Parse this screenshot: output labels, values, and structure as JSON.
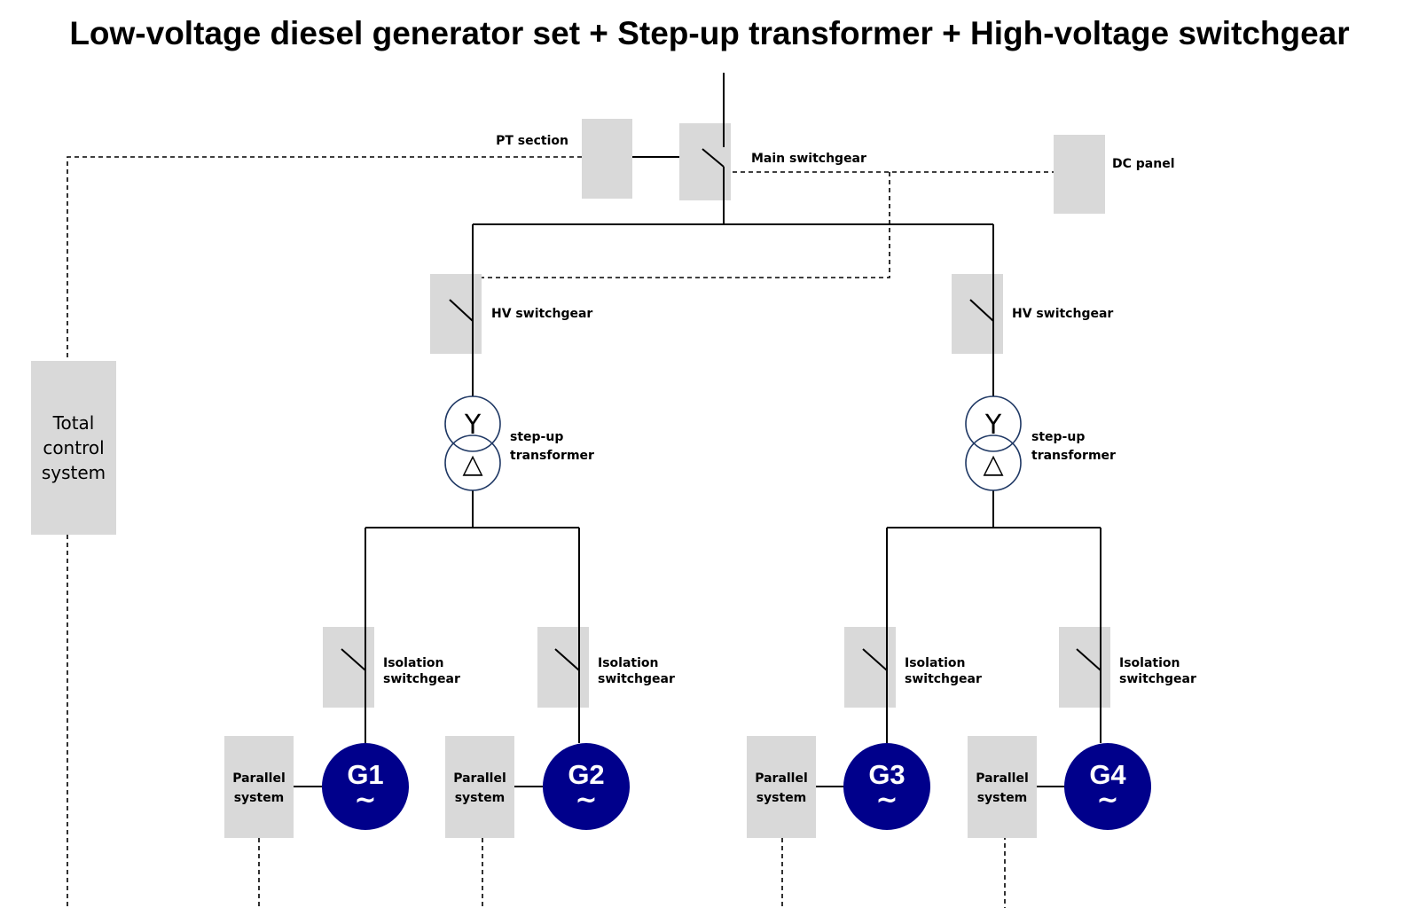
{
  "title": "Low-voltage diesel generator set + Step-up transformer + High-voltage switchgear",
  "labels": {
    "pt_section": "PT section",
    "main_switchgear": "Main switchgear",
    "dc_panel": "DC panel",
    "hv_switchgear_left": "HV switchgear",
    "hv_switchgear_right": "HV switchgear",
    "transformer_left": [
      "step-up",
      "transformer"
    ],
    "transformer_right": [
      "step-up",
      "transformer"
    ],
    "total_control": [
      "Total",
      "control",
      "system"
    ],
    "isolation": [
      [
        "Isolation",
        "switchgear"
      ],
      [
        "Isolation",
        "switchgear"
      ],
      [
        "Isolation",
        "switchgear"
      ],
      [
        "Isolation",
        "switchgear"
      ]
    ],
    "parallel": [
      [
        "Parallel",
        "system"
      ],
      [
        "Parallel",
        "system"
      ],
      [
        "Parallel",
        "system"
      ],
      [
        "Parallel",
        "system"
      ]
    ]
  },
  "transformer_symbols": {
    "primary": "Y",
    "secondary": "△"
  },
  "generators": [
    {
      "name": "G1",
      "symbol": "~"
    },
    {
      "name": "G2",
      "symbol": "~"
    },
    {
      "name": "G3",
      "symbol": "~"
    },
    {
      "name": "G4",
      "symbol": "~"
    }
  ],
  "colors": {
    "generator_fill": "#00008b",
    "panel_fill": "#d9d9d9",
    "line": "#000000",
    "transformer_outline": "#1f3864"
  }
}
